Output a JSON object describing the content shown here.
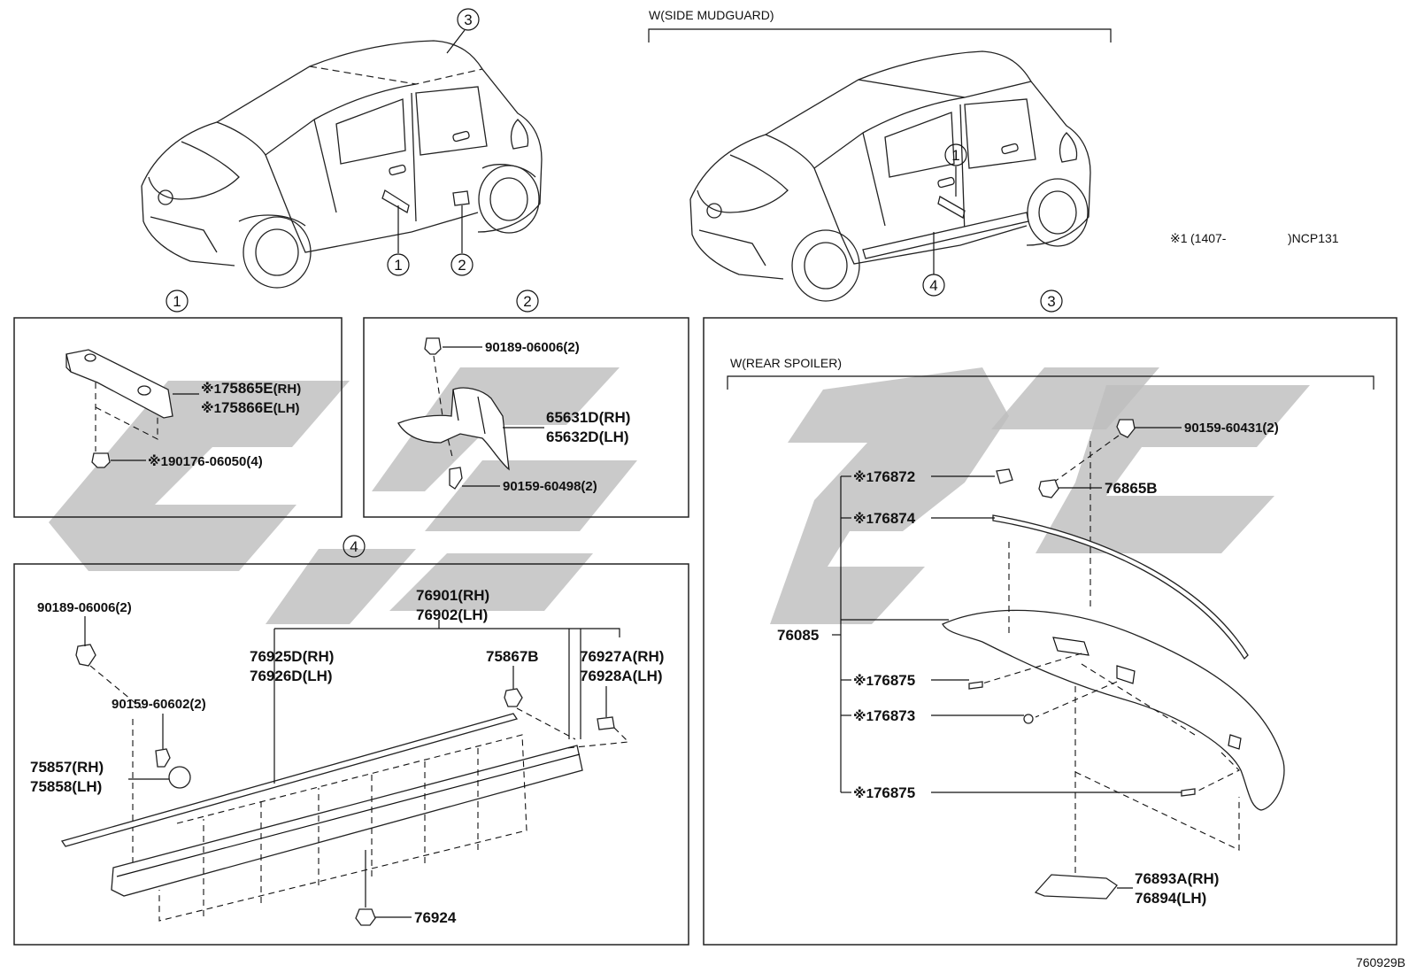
{
  "diagram_code": "760929B",
  "footnote": {
    "mark": "※1",
    "range": "(1407-",
    "model": ")NCP131"
  },
  "top_left_view": {
    "callout_top": "3",
    "callout_a": "1",
    "callout_b": "2"
  },
  "top_right_view": {
    "caption": "W(SIDE MUDGUARD)",
    "callout_a": "1",
    "callout_b": "4"
  },
  "panel_1": {
    "title": "1",
    "parts": [
      {
        "mark": "※1",
        "number": "75865E",
        "side": "(RH)"
      },
      {
        "mark": "※1",
        "number": "75866E",
        "side": "(LH)"
      },
      {
        "mark": "※1",
        "number": "90176-06050",
        "qty": "(4)"
      }
    ]
  },
  "panel_2": {
    "title": "2",
    "parts": [
      {
        "number": "90189-06006",
        "qty": "(2)"
      },
      {
        "number": "65631D",
        "side": "(RH)"
      },
      {
        "number": "65632D",
        "side": "(LH)"
      },
      {
        "number": "90159-60498",
        "qty": "(2)"
      }
    ]
  },
  "panel_3": {
    "title": "3",
    "caption": "W(REAR SPOILER)",
    "parts": [
      {
        "number": "90159-60431",
        "qty": "(2)"
      },
      {
        "mark": "※1",
        "number": "76872"
      },
      {
        "number": "76865B"
      },
      {
        "mark": "※1",
        "number": "76874"
      },
      {
        "number": "76085"
      },
      {
        "mark": "※1",
        "number": "76875"
      },
      {
        "mark": "※1",
        "number": "76873"
      },
      {
        "mark": "※1",
        "number": "76875"
      },
      {
        "number": "76893A",
        "side": "(RH)"
      },
      {
        "number": "76894",
        "side": "(LH)"
      }
    ]
  },
  "panel_4": {
    "title": "4",
    "parts": [
      {
        "number": "90189-06006",
        "qty": "(2)"
      },
      {
        "number": "76901",
        "side": "(RH)"
      },
      {
        "number": "76902",
        "side": "(LH)"
      },
      {
        "number": "76925D",
        "side": "(RH)"
      },
      {
        "number": "76926D",
        "side": "(LH)"
      },
      {
        "number": "75867B"
      },
      {
        "number": "76927A",
        "side": "(RH)"
      },
      {
        "number": "76928A",
        "side": "(LH)"
      },
      {
        "number": "90159-60602",
        "qty": "(2)"
      },
      {
        "number": "75857",
        "side": "(RH)"
      },
      {
        "number": "75858",
        "side": "(LH)"
      },
      {
        "number": "76924"
      }
    ]
  }
}
